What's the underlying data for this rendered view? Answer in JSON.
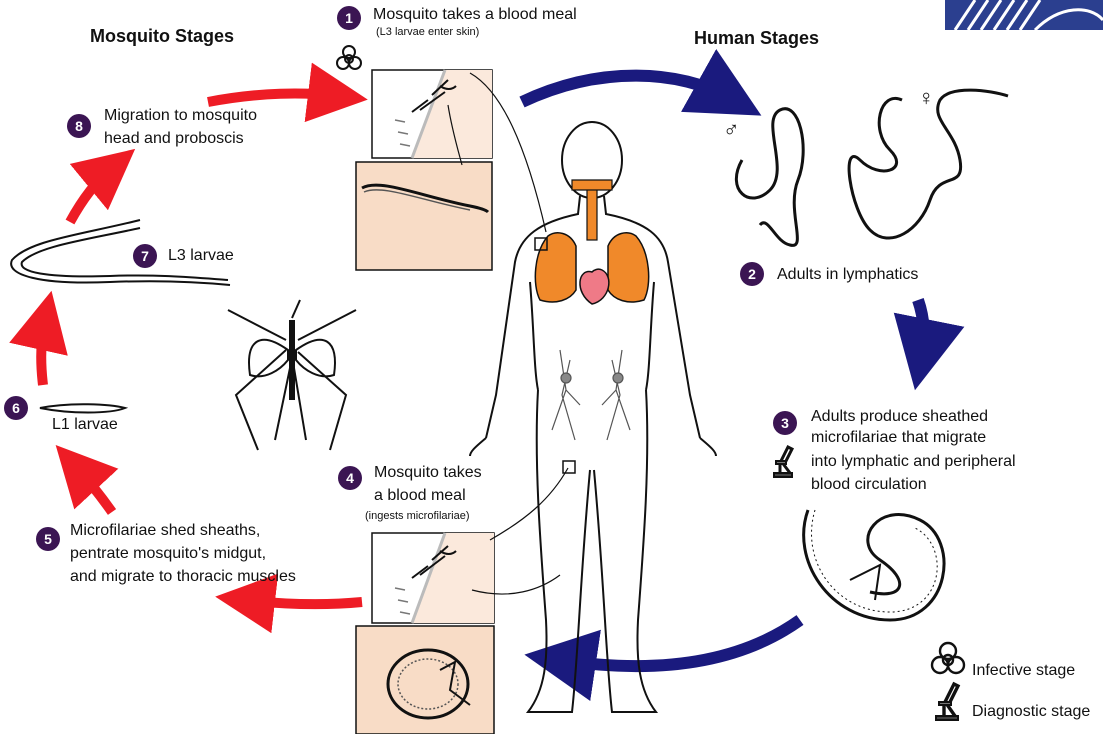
{
  "headers": {
    "mosquito": "Mosquito Stages",
    "human": "Human Stages"
  },
  "steps": [
    {
      "n": "1",
      "title": "Mosquito takes a blood meal",
      "sub": "(L3 larvae enter skin)"
    },
    {
      "n": "2",
      "title": "Adults in lymphatics"
    },
    {
      "n": "3",
      "lines": [
        "Adults produce sheathed",
        "microfilariae that migrate",
        "into lymphatic and peripheral",
        "blood circulation"
      ]
    },
    {
      "n": "4",
      "lines": [
        "Mosquito takes",
        "a blood meal"
      ],
      "sub": "(ingests microfilariae)"
    },
    {
      "n": "5",
      "lines": [
        "Microfilariae shed sheaths,",
        "pentrate mosquito's midgut,",
        "and migrate to thoracic muscles"
      ]
    },
    {
      "n": "6",
      "title": "L1 larvae"
    },
    {
      "n": "7",
      "title": "L3 larvae"
    },
    {
      "n": "8",
      "lines": [
        "Migration to mosquito",
        "head and proboscis"
      ]
    }
  ],
  "symbols": {
    "male": "♂",
    "female": "♀"
  },
  "legend": {
    "infective": "Infective stage",
    "diagnostic": "Diagnostic stage"
  },
  "colors": {
    "red_arrow": "#ee1c25",
    "blue_arrow": "#1a1a7e",
    "badge": "#3b1553",
    "organ": "#f0892a",
    "heart": "#ef7a87",
    "inset_bg": "#f8dcc6",
    "inset_bg_light": "#fbe9dc"
  },
  "icons": [
    "biohazard-icon",
    "microscope-icon",
    "mosquito-icon",
    "human-body-icon"
  ]
}
